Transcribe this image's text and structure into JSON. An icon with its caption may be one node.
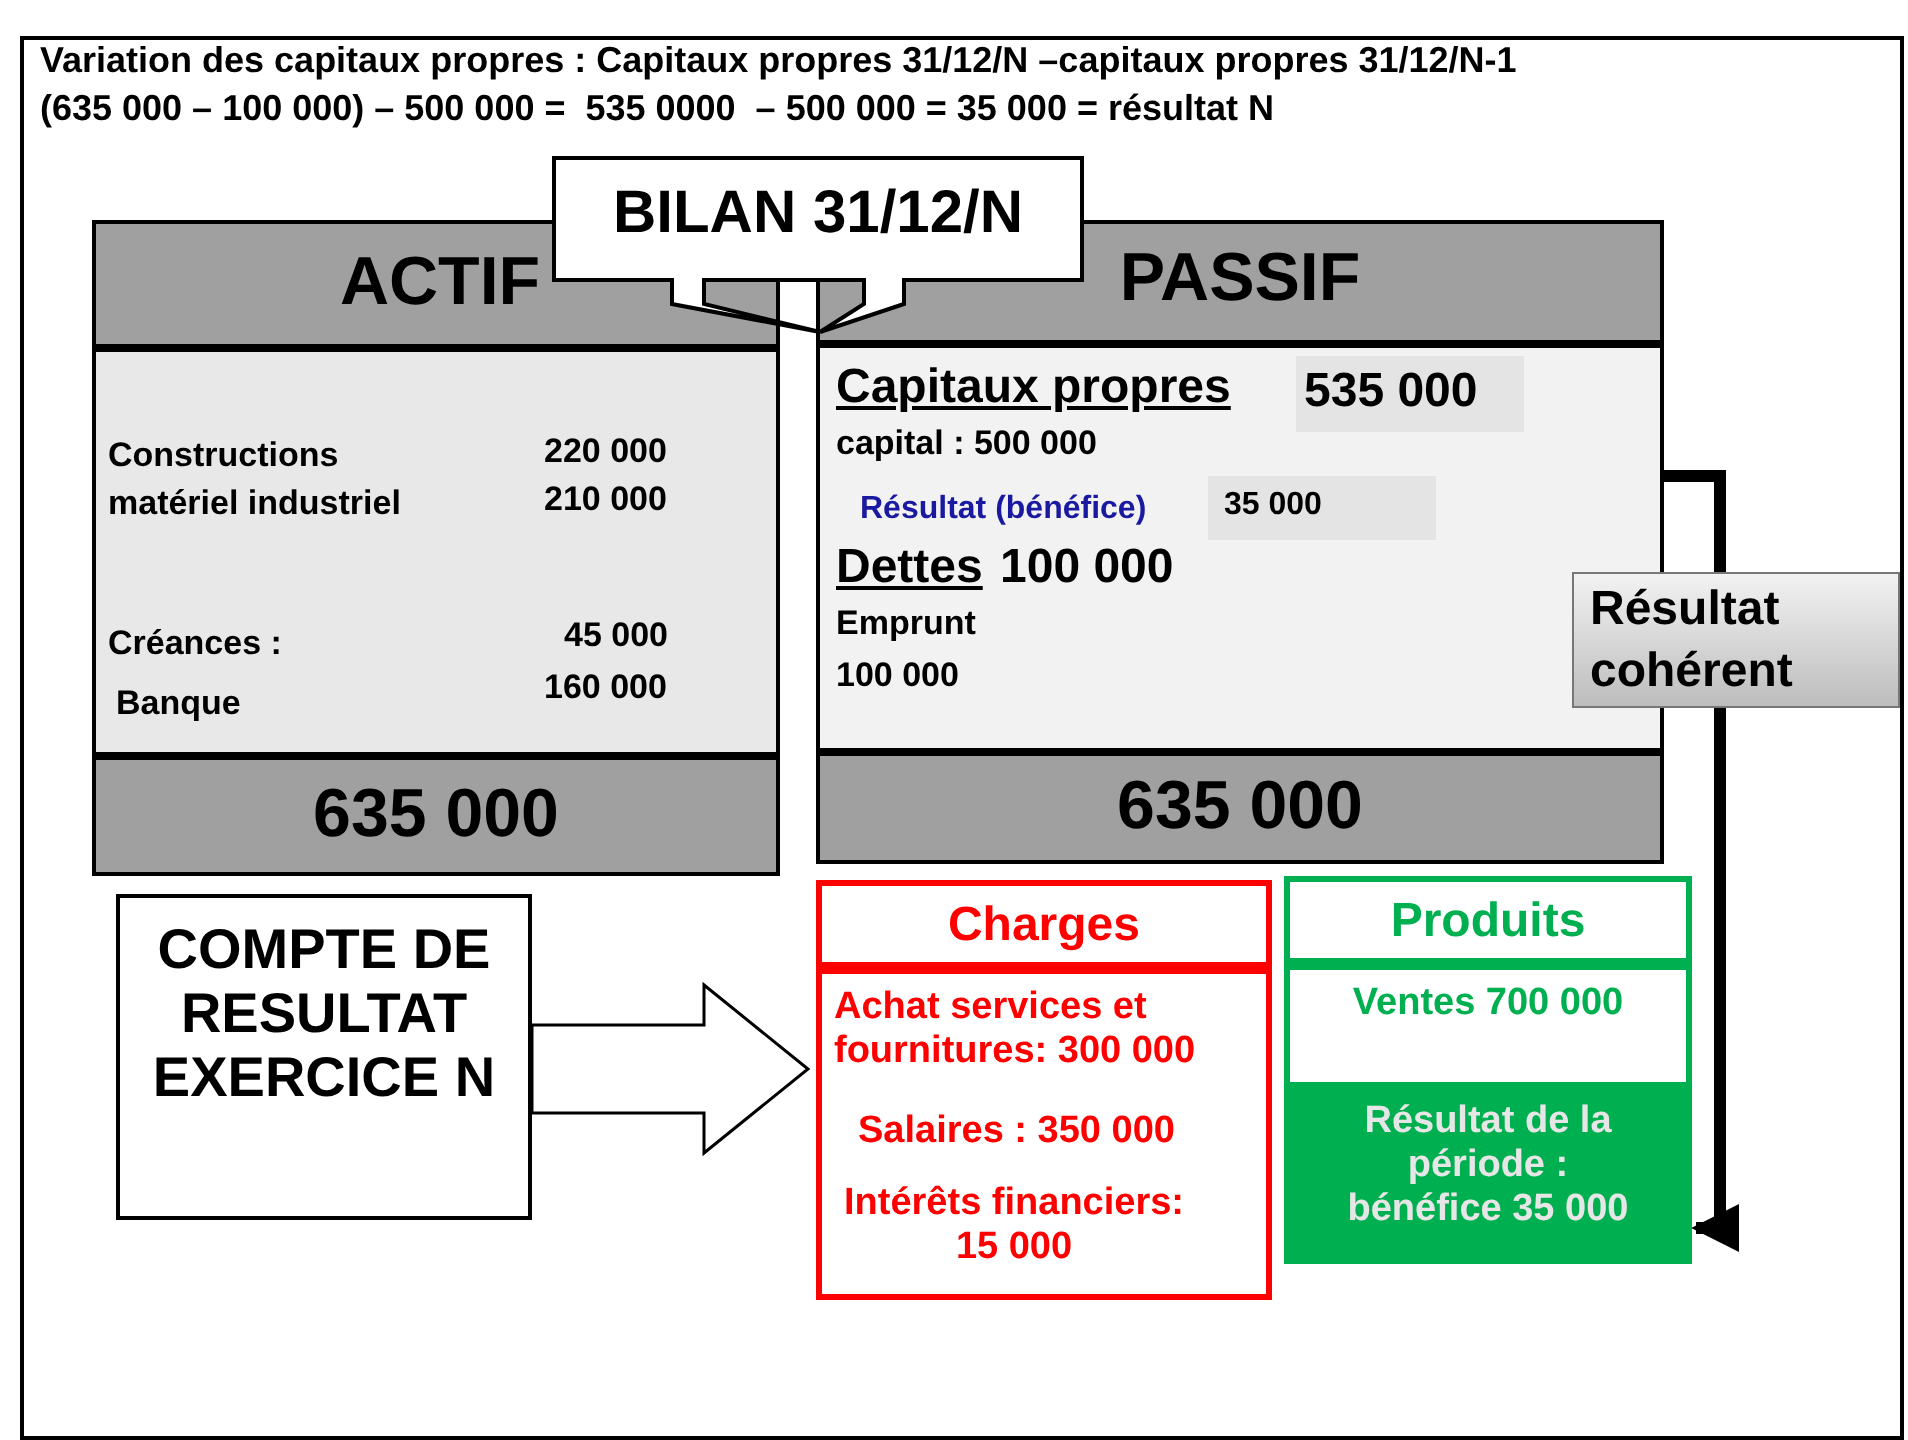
{
  "diagram": {
    "nodes": [
      {
        "text": [
          "BILAN 31/12/N"
        ]
      },
      {
        "text": [
          "ACTIF"
        ]
      },
      {
        "text": [
          "Constructions",
          "220 000",
          "matériel industriel",
          "210 000",
          "Créances :",
          "45 000",
          "Banque",
          "160 000"
        ]
      },
      {
        "text": [
          "635 000"
        ]
      },
      {
        "text": [
          "PASSIF"
        ]
      },
      {
        "text": [
          "Capitaux propres",
          "capital : 500 000",
          "Résultat (bénéfice)",
          "Dettes",
          "100 000",
          "Emprunt",
          "100 000"
        ]
      },
      {
        "text": [
          "535 000"
        ],
        "in": 5
      },
      {
        "text": [
          "35 000"
        ],
        "in": 5
      },
      {
        "text": [
          "635 000"
        ]
      },
      {
        "text": [
          "COMPTE DE RESULTAT EXERCICE N"
        ]
      },
      {
        "text": [
          "Charges"
        ]
      },
      {
        "text": [
          "Achat services et fournitures: 300 000",
          "Salaires : 350 000",
          "Intérêts financiers: 15 000"
        ]
      },
      {
        "text": [
          "Produits"
        ]
      },
      {
        "text": [
          "Ventes 700 000"
        ]
      },
      {
        "text": [
          "Résultat de la période : bénéfice 35 000"
        ]
      }
    ],
    "edges": [
      {
        "from": 9,
        "to": 10,
        "arrow": "to"
      },
      {
        "from": 14,
        "to": 7,
        "arrow": "both",
        "label": "Résultat cohérent"
      }
    ],
    "labels": [
      "Variation des capitaux propres : Capitaux propres 31/12/N –capitaux propres 31/12/N-1",
      "(635 000 – 100 000) – 500 000 =  535 0000  – 500 000 = 35 000 = résultat N"
    ]
  }
}
